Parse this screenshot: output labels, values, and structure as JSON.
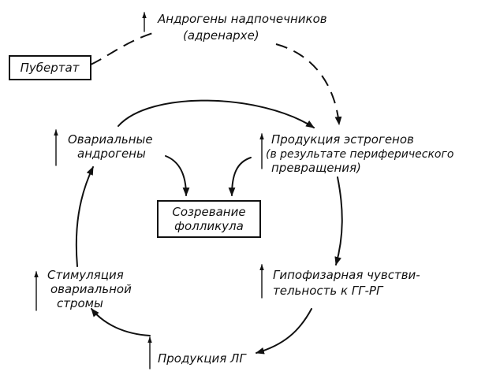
{
  "nodes": {
    "adrenal": {
      "line1": "Андрогены надпочечников",
      "line2": "(адренархе)"
    },
    "puberty": {
      "label": "Пубертат"
    },
    "ovarian_androgens": {
      "line1": "Овариальные",
      "line2": "андрогены"
    },
    "estrogen": {
      "line1": "Продукция эстрогенов",
      "line2": "(в результате периферического",
      "line3": "превращения)"
    },
    "follicle": {
      "line1": "Созревание",
      "line2": "фолликула"
    },
    "stroma": {
      "line1": "Стимуляция",
      "line2": "овариальной",
      "line3": "стромы"
    },
    "pituitary": {
      "line1": "Гипофизарная чувстви-",
      "line2": "тельность к ГГ-РГ"
    },
    "lh": {
      "label": "Продукция ЛГ"
    }
  },
  "colors": {
    "ink": "#111111",
    "paper": "#ffffff"
  }
}
